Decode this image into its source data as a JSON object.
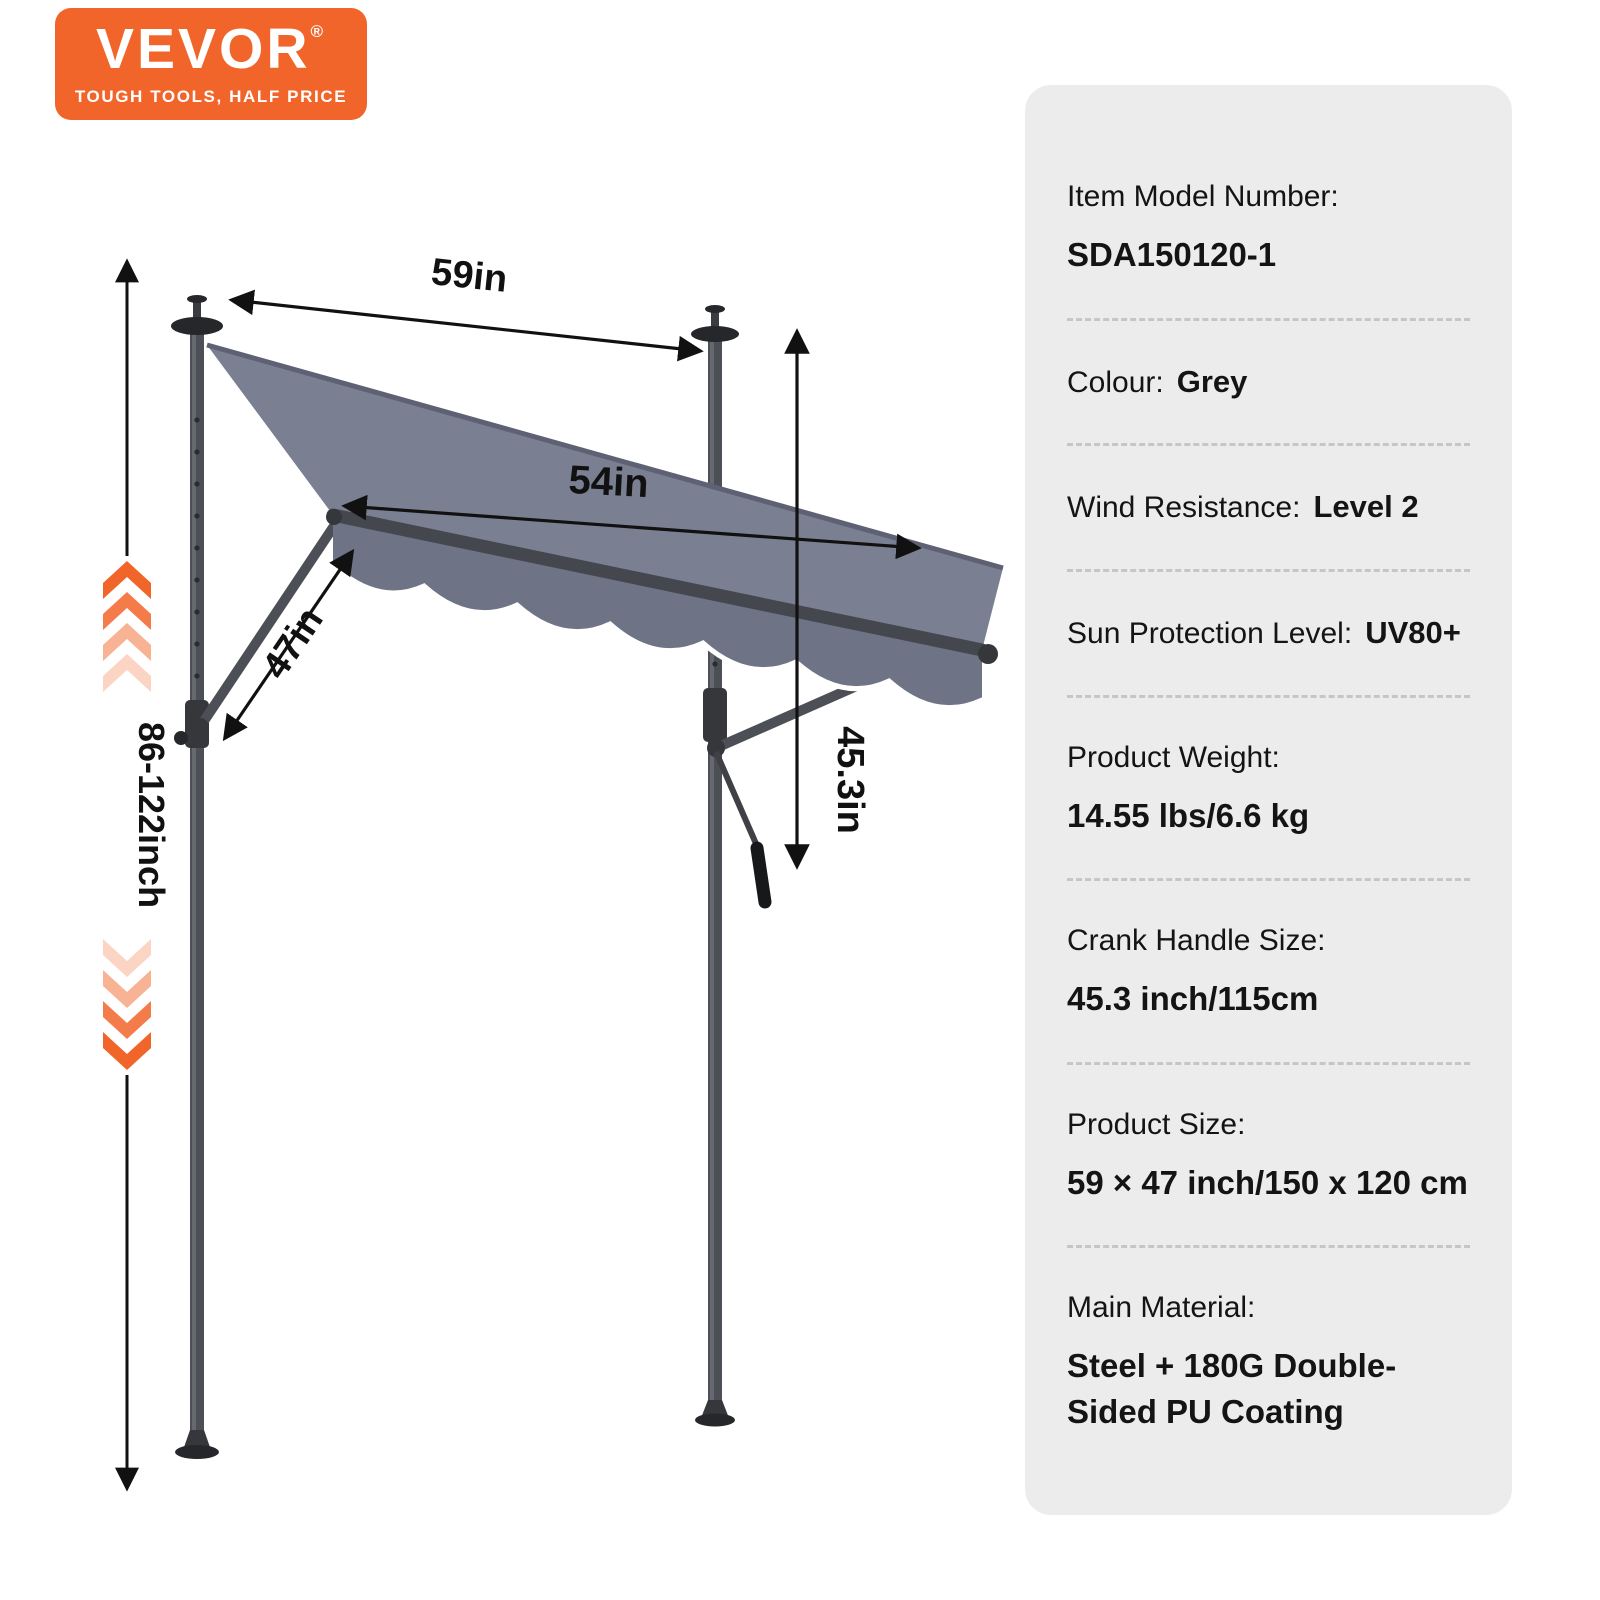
{
  "logo": {
    "brand": "VEVOR",
    "registered_mark": "®",
    "tagline": "TOUGH TOOLS, HALF PRICE"
  },
  "diagram": {
    "labels": {
      "top_width": "59in",
      "fabric_width": "54in",
      "projection_depth": "47in",
      "crank_drop": "45.3in",
      "pole_height_range": "86-122inch"
    },
    "colors": {
      "fabric_top": "#7a7f92",
      "fabric_valance": "#6e7386",
      "valance_trim": "#ffffff",
      "frame_gray": "#4c4f55",
      "frame_dark": "#2a2b2e",
      "chevron_orange": "#f2652a",
      "dimension_black": "#111111"
    }
  },
  "specs": {
    "items": [
      {
        "label": "Item Model Number:",
        "value": "SDA150120-1"
      },
      {
        "label": "Colour:",
        "value": "Grey"
      },
      {
        "label": "Wind Resistance:",
        "value": "Level 2"
      },
      {
        "label": "Sun Protection Level:",
        "value": "UV80+"
      },
      {
        "label": "Product Weight:",
        "value": "14.55 lbs/6.6 kg"
      },
      {
        "label": "Crank Handle Size:",
        "value": "45.3 inch/115cm"
      },
      {
        "label": "Product Size:",
        "value": "59 × 47 inch/150 x 120 cm"
      },
      {
        "label": "Main Material:",
        "value": "Steel + 180G Double-Sided PU Coating"
      }
    ]
  },
  "colors": {
    "page_bg": "#ffffff",
    "panel_bg": "#ececec",
    "brand_orange": "#f2652a",
    "text_primary": "#141414"
  }
}
